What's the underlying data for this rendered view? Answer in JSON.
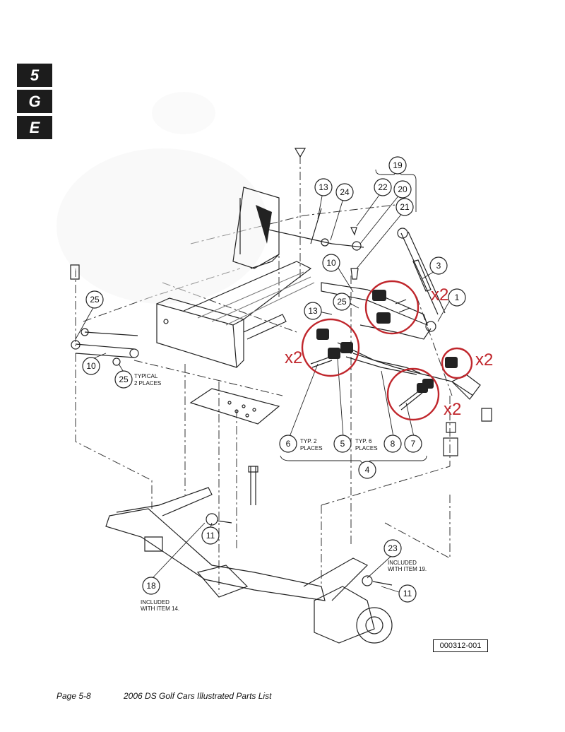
{
  "side_tabs": [
    "5",
    "G",
    "E"
  ],
  "figure_id": "000312-001",
  "footer": {
    "page": "Page 5-8",
    "title": "2006 DS Golf Cars Illustrated Parts List"
  },
  "notes": {
    "typical_2_places": [
      "TYPICAL",
      "2 PLACES"
    ],
    "typ2_places": [
      "TYP. 2",
      "PLACES"
    ],
    "typ6_places": [
      "TYP. 6",
      "PLACES"
    ],
    "included_item_19": [
      "INCLUDED",
      "WITH ITEM 19."
    ],
    "included_item_14": [
      "INCLUDED",
      "WITH ITEM 14."
    ]
  },
  "callouts": [
    "19",
    "13",
    "24",
    "22",
    "20",
    "21",
    "3",
    "1",
    "10",
    "13",
    "25",
    "25",
    "10",
    "25",
    "6",
    "5",
    "8",
    "7",
    "4",
    "11",
    "18",
    "23",
    "11"
  ],
  "highlights": [
    "x2",
    "x2",
    "x2",
    "x2"
  ],
  "colors": {
    "highlight": "#c0262c",
    "tab_bg": "#1c1c1c"
  }
}
